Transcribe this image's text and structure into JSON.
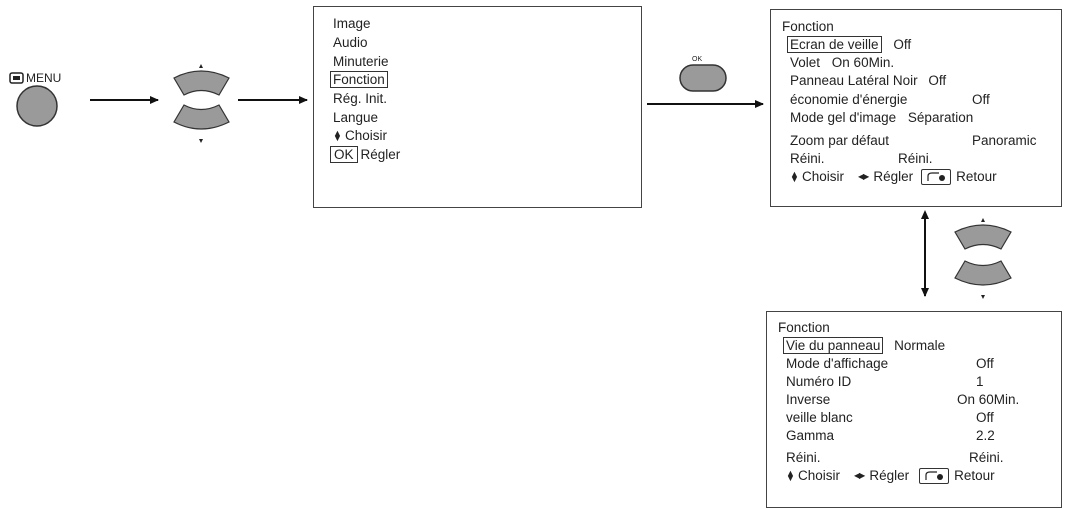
{
  "menu_button": {
    "label": "MENU"
  },
  "ok_button": {
    "label": "OK"
  },
  "main_menu": {
    "items": [
      "Image",
      "Audio",
      "Minuterie",
      "Fonction",
      "Rég. Init.",
      "Langue"
    ],
    "selected_index": 3,
    "nav_choose": "Choisir",
    "nav_ok_key": "OK",
    "nav_ok_label": "Régler"
  },
  "fonction_menu_1": {
    "title": "Fonction",
    "rows": [
      {
        "label": "Ecran de veille",
        "value": "Off"
      },
      {
        "label": "Volet",
        "value": "On  60Min."
      },
      {
        "label": "Panneau Latéral Noir",
        "value": "Off"
      },
      {
        "label": "économie d'énergie",
        "value": "Off"
      },
      {
        "label": "Mode gel d'image",
        "value": "Séparation"
      },
      {
        "label": "Zoom par défaut",
        "value": "Panoramic"
      },
      {
        "label": "Réini.",
        "value": "Réini."
      }
    ],
    "nav_choose": "Choisir",
    "nav_adjust": "Régler",
    "nav_return": "Retour"
  },
  "fonction_menu_2": {
    "title": "Fonction",
    "rows": [
      {
        "label": "Vie du panneau",
        "value": "Normale"
      },
      {
        "label": "Mode d'affichage",
        "value": "Off"
      },
      {
        "label": "Numéro ID",
        "value": "1"
      },
      {
        "label": "Inverse",
        "value": "On  60Min."
      },
      {
        "label": "veille blanc",
        "value": "Off"
      },
      {
        "label": "Gamma",
        "value": "2.2"
      },
      {
        "label": "Réini.",
        "value": "Réini."
      }
    ],
    "nav_choose": "Choisir",
    "nav_adjust": "Régler",
    "nav_return": "Retour"
  },
  "colors": {
    "button_gray": "#9a9a9a",
    "line": "#111111",
    "border": "#444444"
  }
}
